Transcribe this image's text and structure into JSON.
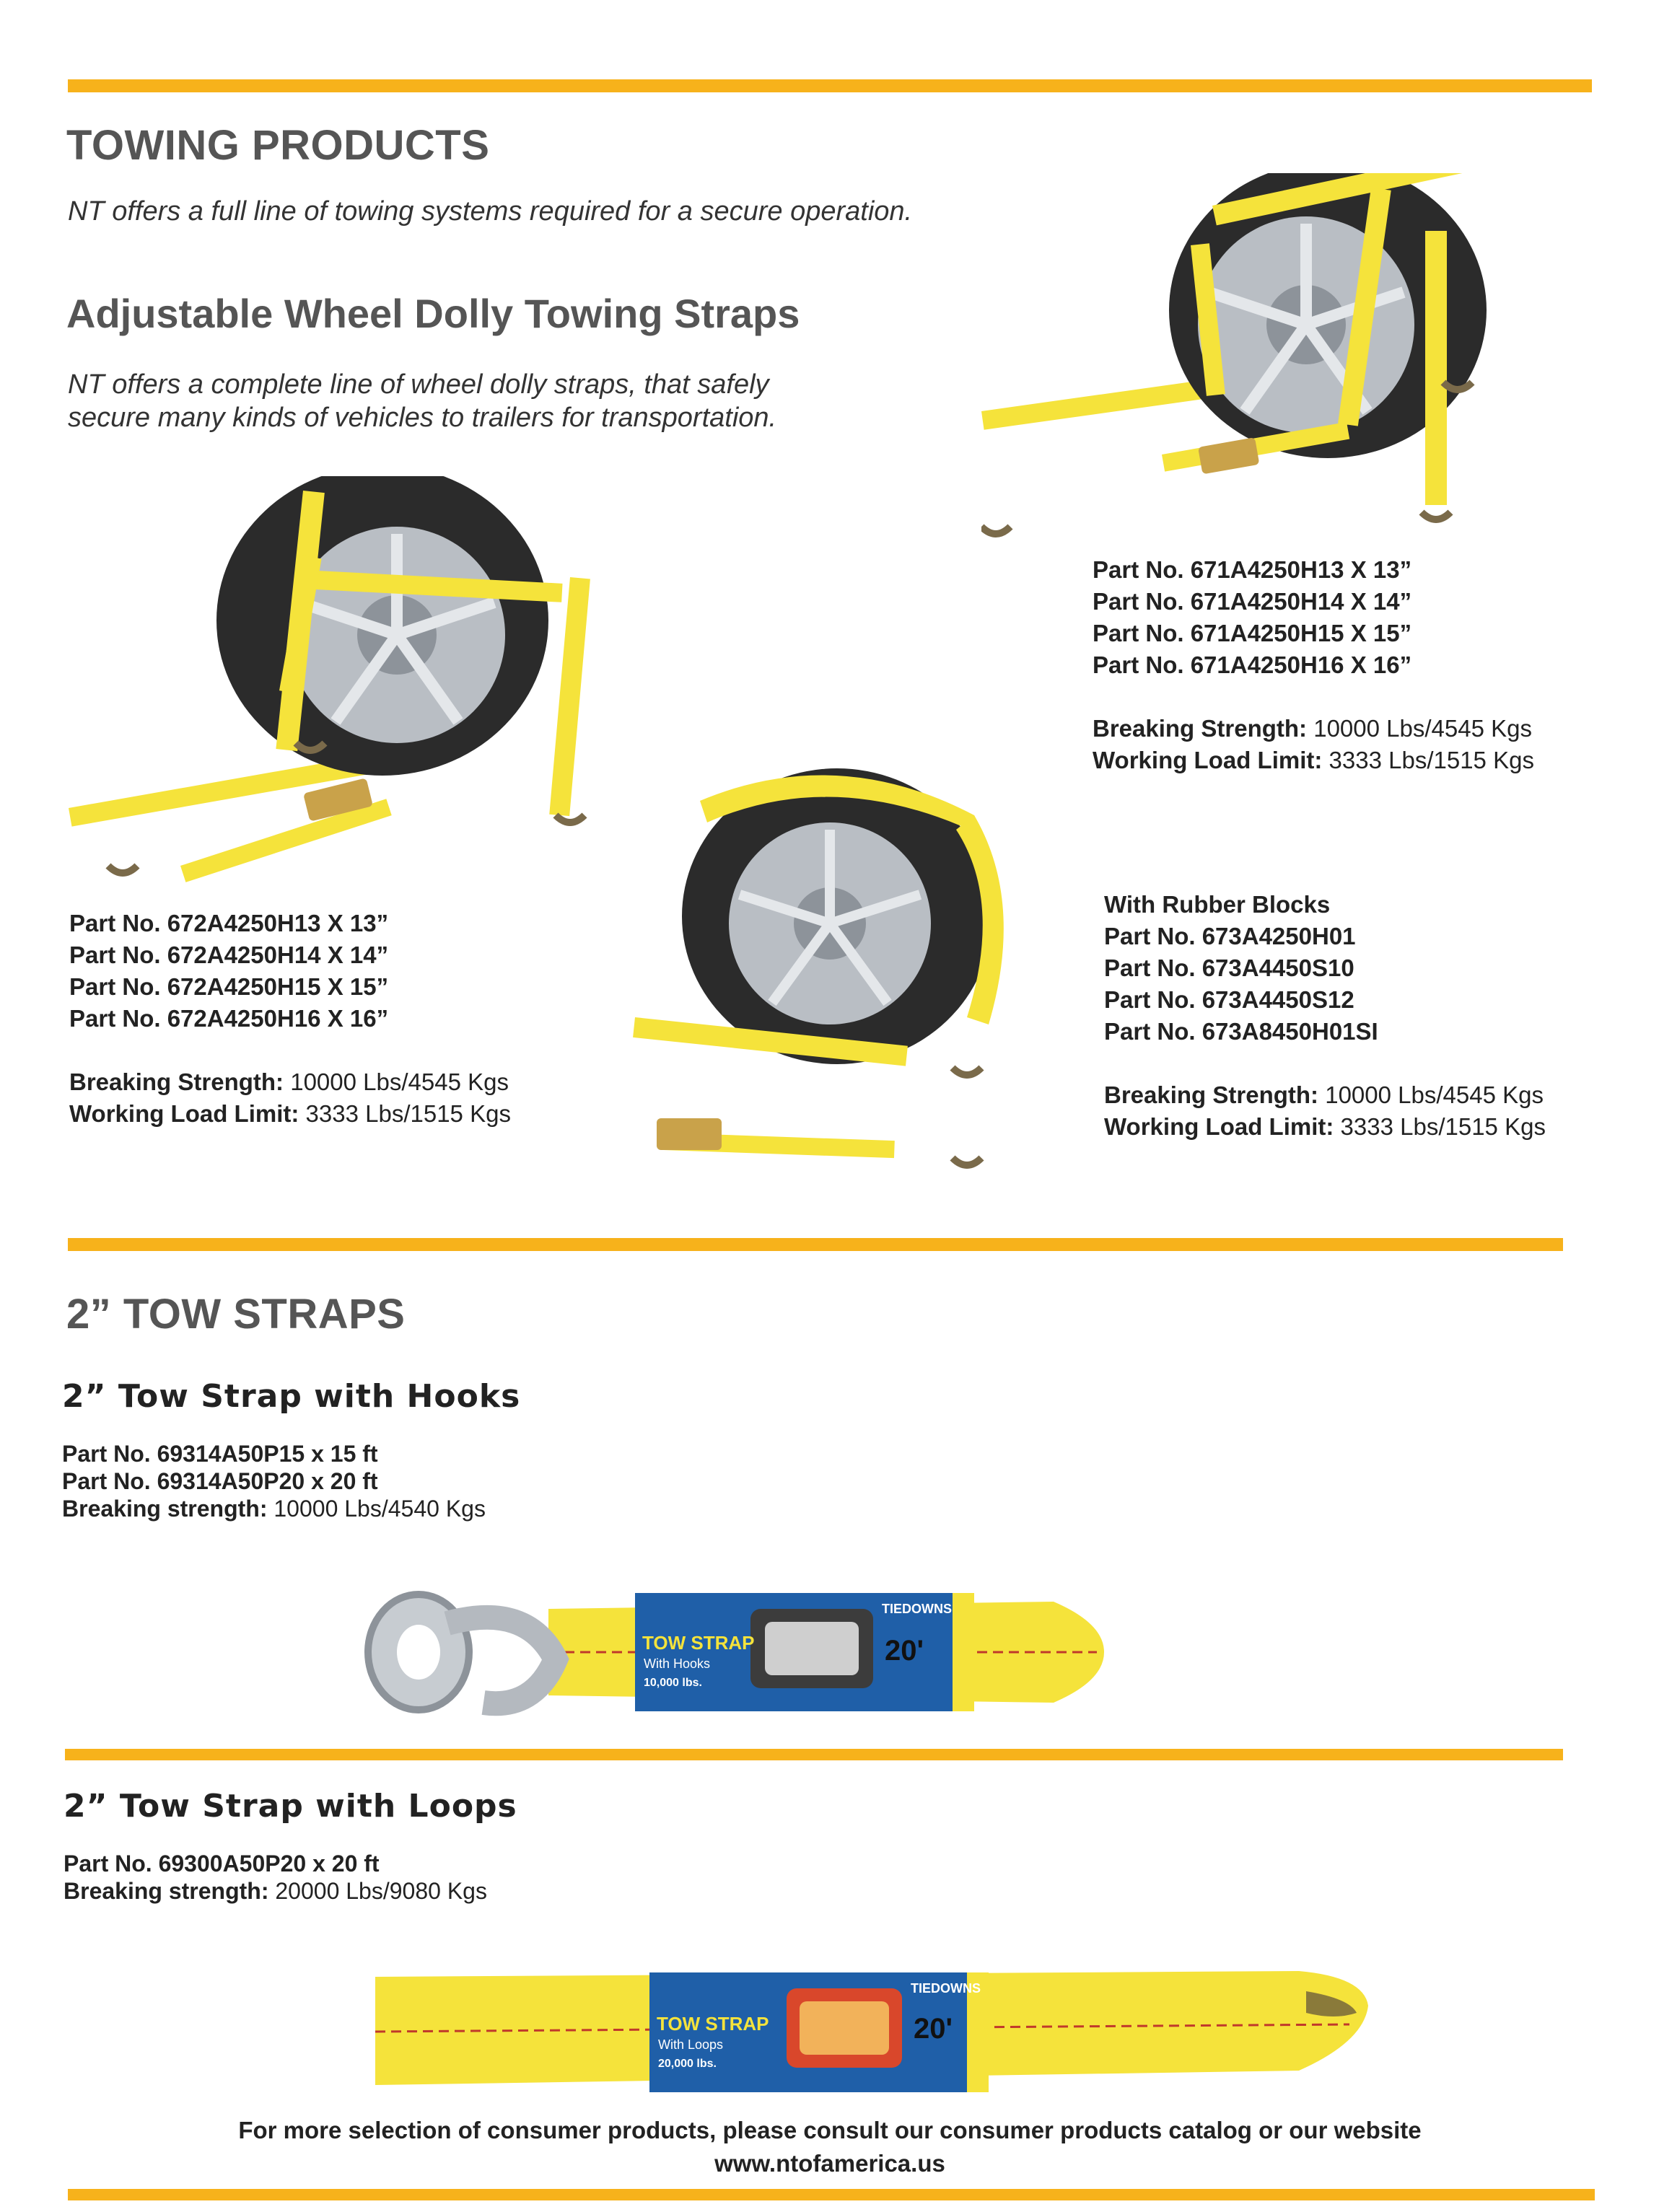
{
  "section1": {
    "title": "TOWING PRODUCTS",
    "intro": "NT offers a full line of towing systems required for a secure operation.",
    "subtitle": "Adjustable Wheel Dolly Towing Straps",
    "sub_intro_1": "NT offers a complete line of wheel dolly straps, that safely",
    "sub_intro_2": "secure many kinds of vehicles to trailers for transportation."
  },
  "product_671": {
    "parts": [
      "Part No. 671A4250H13 X 13”",
      "Part No. 671A4250H14 X 14”",
      "Part No. 671A4250H15 X 15”",
      "Part No. 671A4250H16 X 16”"
    ],
    "breaking_label": "Breaking Strength:",
    "breaking_value": " 10000 Lbs/4545 Kgs",
    "wll_label": "Working Load Limit:",
    "wll_value": " 3333 Lbs/1515 Kgs"
  },
  "product_672": {
    "parts": [
      "Part No. 672A4250H13 X 13”",
      "Part No. 672A4250H14 X 14”",
      "Part No. 672A4250H15 X 15”",
      "Part No. 672A4250H16 X 16”"
    ],
    "breaking_label": "Breaking Strength:",
    "breaking_value": " 10000 Lbs/4545 Kgs",
    "wll_label": "Working Load Limit:",
    "wll_value": " 3333 Lbs/1515 Kgs"
  },
  "product_673": {
    "heading": "With Rubber Blocks",
    "parts": [
      "Part No. 673A4250H01",
      "Part No. 673A4450S10",
      "Part No. 673A4450S12",
      "Part No. 673A8450H01SI"
    ],
    "breaking_label": "Breaking Strength:",
    "breaking_value": " 10000 Lbs/4545 Kgs",
    "wll_label": "Working Load Limit:",
    "wll_value": " 3333 Lbs/1515 Kgs"
  },
  "section2": {
    "title": "2” TOW STRAPS",
    "hooks": {
      "title": "2” Tow Strap with Hooks",
      "parts": [
        "Part No. 69314A50P15 x 15 ft",
        "Part No. 69314A50P20 x 20 ft"
      ],
      "breaking_label": "Breaking strength:",
      "breaking_value": " 10000 Lbs/4540 Kgs",
      "pkg_brand": "TIEDOWNS",
      "pkg_title": "TOW STRAP",
      "pkg_sub": "With Hooks",
      "pkg_len": "20'",
      "pkg_cap": "10,000 lbs."
    },
    "loops": {
      "title": "2” Tow Strap with Loops",
      "parts": [
        "Part No. 69300A50P20 x 20 ft"
      ],
      "breaking_label": "Breaking strength:",
      "breaking_value": " 20000 Lbs/9080 Kgs",
      "pkg_brand": "TIEDOWNS",
      "pkg_title": "TOW STRAP",
      "pkg_sub": "With Loops",
      "pkg_len": "20'",
      "pkg_cap": "20,000 lbs."
    }
  },
  "footer": {
    "line1": "For more selection of consumer products, please consult  our consumer products  catalog  or our website",
    "line2": "www.ntofamerica.us"
  },
  "colors": {
    "accent": "#f7b21b",
    "strap": "#f5e33b",
    "tire": "#2b2b2b",
    "rim": "#b9bec4",
    "package": "#1f5fa8"
  }
}
